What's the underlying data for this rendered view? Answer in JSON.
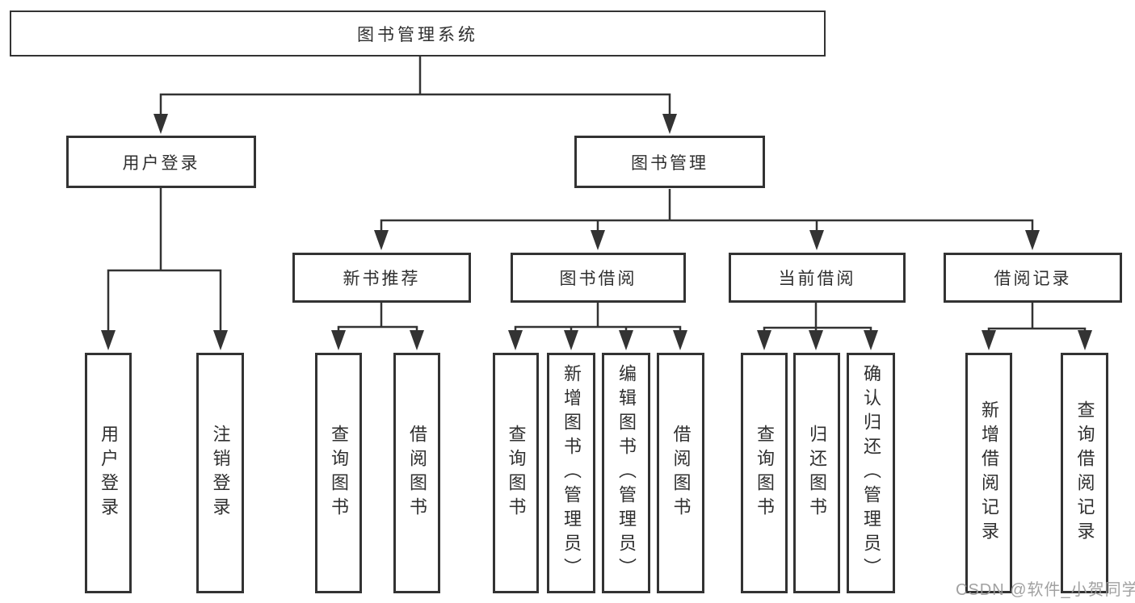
{
  "diagram": {
    "type": "tree",
    "title": "图书管理系统",
    "colors": {
      "line": "#333333",
      "text": "#2f2f2f",
      "box_background": "#ffffff",
      "watermark": "#9a9a9a"
    },
    "structure": {
      "图书管理系统": {
        "用户登录": [
          "用户登录",
          "注销登录"
        ],
        "图书管理": {
          "新书推荐": [
            "查询图书",
            "借阅图书"
          ],
          "图书借阅": [
            "查询图书",
            "新增图书（管理员）",
            "编辑图书（管理员）",
            "借阅图书"
          ],
          "当前借阅": [
            "查询图书",
            "归还图书",
            "确认归还（管理员）"
          ],
          "借阅记录": [
            "新增借阅记录",
            "查询借阅记录"
          ]
        }
      }
    }
  },
  "nodes": {
    "root": {
      "label": "图书管理系统"
    },
    "user_login": {
      "label": "用户登录"
    },
    "book_mgmt": {
      "label": "图书管理"
    },
    "new_books": {
      "label": "新书推荐"
    },
    "book_borrow": {
      "label": "图书借阅"
    },
    "current_borrow": {
      "label": "当前借阅"
    },
    "borrow_records": {
      "label": "借阅记录"
    },
    "leaf_user_login": {
      "label": "用户登录"
    },
    "leaf_logout": {
      "label": "注销登录"
    },
    "leaf_nb_query": {
      "label": "查询图书"
    },
    "leaf_nb_borrow": {
      "label": "借阅图书"
    },
    "leaf_bb_query": {
      "label": "查询图书"
    },
    "leaf_bb_add": {
      "label": "新增图书（管理员）"
    },
    "leaf_bb_edit": {
      "label": "编辑图书（管理员）"
    },
    "leaf_bb_borrow": {
      "label": "借阅图书"
    },
    "leaf_cb_query": {
      "label": "查询图书"
    },
    "leaf_cb_return": {
      "label": "归还图书"
    },
    "leaf_cb_confirm": {
      "label": "确认归还（管理员）"
    },
    "leaf_br_add": {
      "label": "新增借阅记录"
    },
    "leaf_br_query": {
      "label": "查询借阅记录"
    }
  },
  "watermark": {
    "text": "CSDN @软件_小贺同学"
  }
}
